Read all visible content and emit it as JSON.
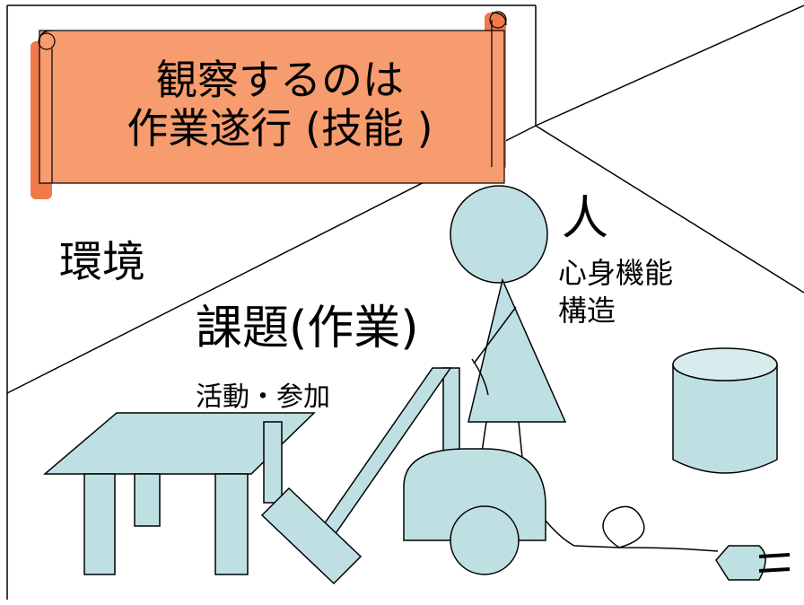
{
  "banner": {
    "line1": "観察するのは",
    "line2": "作業遂行 (技能 )"
  },
  "labels": {
    "environment": "環境",
    "person": "人",
    "person_detail_1": "心身機能",
    "person_detail_2": "構造",
    "task": "課題(作業)",
    "task_detail": "活動・参加"
  },
  "colors": {
    "banner_fill": "#f79c6e",
    "banner_shadow": "#f07a4a",
    "object_fill": "#bfe0e3",
    "stroke": "#000000"
  }
}
